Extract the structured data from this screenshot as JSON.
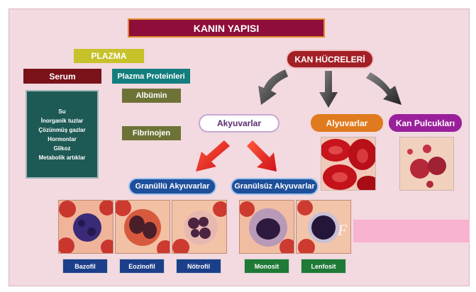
{
  "title": "KANIN YAPISI",
  "plasma": {
    "label": "PLAZMA",
    "serum": "Serum",
    "serum_items": [
      "Su",
      "İnorganik tuzlar",
      "Çözünmüş gazlar",
      "Hormonlar",
      "Glikoz",
      "Metabolik artıklar"
    ],
    "proteins": "Plazma Proteinleri",
    "albumin": "Albümin",
    "fibrinogen": "Fibrinojen"
  },
  "blood_cells": {
    "label": "KAN HÜCRELERİ",
    "leukocytes": "Akyuvarlar",
    "erythrocytes": "Alyuvarlar",
    "platelets": "Kan Pulcukları",
    "granular": "Granüllü Akyuvarlar",
    "agranular": "Granülsüz Akyuvarlar",
    "types": [
      "Bazofil",
      "Eozinofil",
      "Nötrofil",
      "Monosit",
      "Lenfosit"
    ]
  },
  "colors": {
    "title_bg": "#8e0d3a",
    "plasma": "#c7c12a",
    "serum": "#7a1219",
    "proteins": "#137e7e",
    "blood_cells": "#a31f26",
    "erythrocytes": "#e07a1e",
    "platelets": "#9a1f9a",
    "subtype": "#1e4f9a",
    "arrow_red": "#e0211f",
    "arrow_dark": "#333333"
  }
}
